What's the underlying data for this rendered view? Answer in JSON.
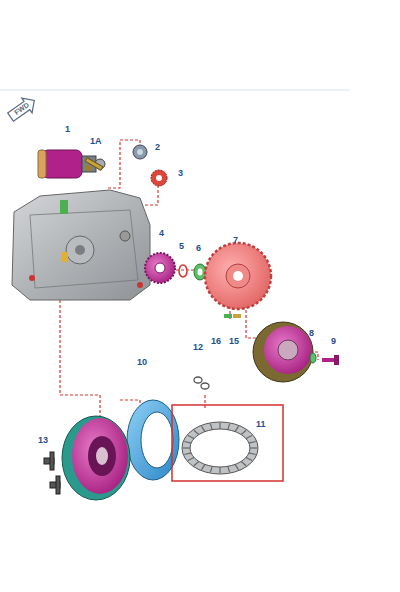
{
  "diagram": {
    "labels": [
      "FWD",
      "1",
      "1A",
      "2",
      "3",
      "4",
      "5",
      "6",
      "7",
      "16",
      "15",
      "8",
      "9",
      "10",
      "12",
      "11",
      "13"
    ]
  }
}
